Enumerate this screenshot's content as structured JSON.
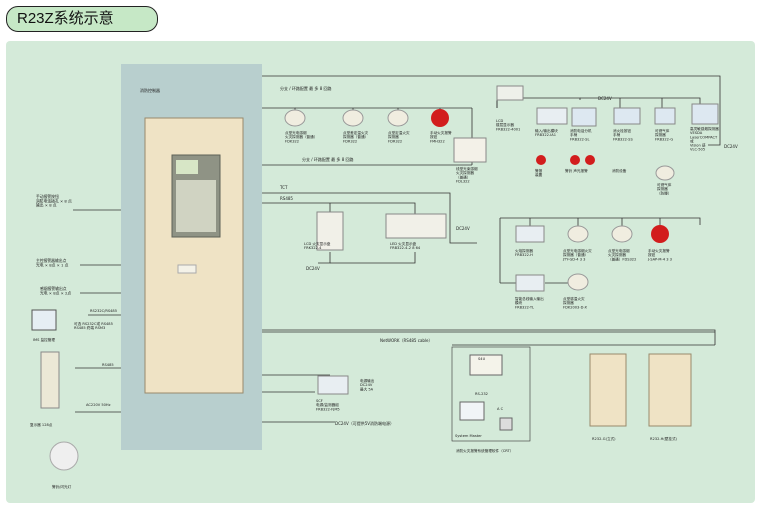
{
  "title": "R23Z系统示意",
  "cabinet_label": "消防控制器",
  "bus_top": "分支 / 环路配置 最 多 8 回路",
  "bus_mid": "分支 / 环路配置 最 多 8 回路",
  "bus_tct": "TCT",
  "bus_rs485": "RS485",
  "bus_dc24v_a": "DC24V",
  "bus_dc24v_b": "DC24V",
  "bus_dc24v_c": "DC24V",
  "bus_dc24v_d": "DC24V",
  "bus_dc24v_e": "DC24V（可提供5V消防端电源）",
  "bus_network": "NetWORK（RS485 cable）",
  "left_left1": "手动报警按钮\n消防电话插孔 × 8 点\n输出 × 8 点",
  "left_left2": "主控报警器输出点\n光电 × 8点 × 1 点",
  "left_left3": "感烟报警输出点\n光电 × 8点 × 2点",
  "label_rs232": "RS232C/RS485",
  "label_rs232_note": "可选 RS232C或 RS485\nRS485 终端 RSM3",
  "label_ims": "IMS 监控管理",
  "label_rs485_b": "RS485",
  "label_ac": "AC220V 50Hz",
  "label_repeater": "复示器    128点",
  "label_sounder": "警铃/闪光灯",
  "device_d1": "点型光电感烟\n火灾探测器（普通）\nFDK322",
  "device_d2": "点型差定温火灾\n探测器（普通）\nFDR322",
  "device_d3": "点型定温火灾\n探测器\nFDR322",
  "device_d4": "手动火灾报警\n按钮\nFMH322",
  "device_d5": "线型光束感烟\n火灾探测器\n（普通）\nFDL322",
  "device_d6": "LCD\n楼层显示器\nFRB322-4001",
  "device_d7": "输入/输出模块\nFRB322-IA1",
  "device_d8": "消防电话分机\n手柄\nFRB322-SL",
  "device_d9": "消火栓按钮\n手柄\nFRB322-SS",
  "device_d10": "可燃气体\n探测器\nFRB322-G",
  "device_d11": "高灵敏感烟探测器\nVESDA\nLaserCOMPACT\n或\nVision 感\nVLC-505",
  "device_d12": "可燃气体\n探测器\n（防爆）",
  "label_alarm_1": "警报\n装置",
  "label_alarm_2": "警铃   声光报警",
  "label_alarm_3": "消防设备",
  "label_dc24v_r": "DC24V",
  "device_d13": "LCD 火灾显示盘\nFRK322-4",
  "device_d14": "LED 火灾显示盘\nFRB322-4-2 8 64",
  "device_d15": "火焰探测器\nFRB322-H",
  "device_d16": "点型光电感烟火灾\n探测器（普通）\nJTY-GD-4 3 3",
  "device_d17": "点型光电感烟\n火灾探测器\n（普通）FDS322",
  "device_d18": "手动火灾报警\n按钮\nJ-SAP-M-4 3 3",
  "device_d19": "智能总线输入输出\n模块\nFRB322-TL",
  "device_d20": "点型感温火灾\n探测器\nFDK2003-D-X",
  "device_d21": "SCF\n电源/监测器组\nFRB322-FJM5",
  "device_d21_note": "电源输出\nDC24V\n最大 5A",
  "device_d22": "R232-G(立式)",
  "device_d23": "R232-H(壁挂式)",
  "system_master": "System Master",
  "system_rs232": "RS-232",
  "system_ac": "A C",
  "system_s4u": "S4U",
  "system_label": "消防火灾报警系统管理软件（CRT）"
}
